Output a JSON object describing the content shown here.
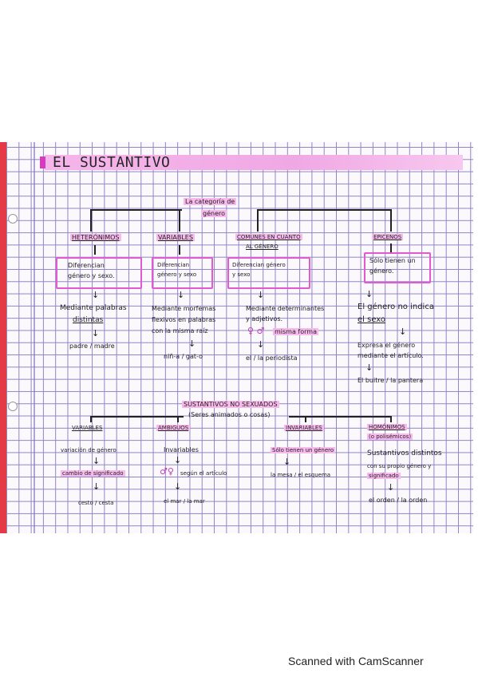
{
  "title": "EL SUSTANTIVO",
  "section1": {
    "header": [
      "La categoría de",
      "género"
    ],
    "columns": [
      {
        "heading": "HETERÓNIMOS",
        "box": [
          "Diferencian",
          "género y sexo."
        ],
        "text": [
          "Mediante palabras",
          "distintas"
        ],
        "example": "padre / madre"
      },
      {
        "heading": "VARIABLES",
        "box": [
          "Diferencian",
          "género y sexo"
        ],
        "text": [
          "Mediante morfemas",
          "flexivos en palabras",
          "con la misma raíz"
        ],
        "example": "niñ-a / gat-o"
      },
      {
        "heading": [
          "COMUNES EN CUANTO",
          "AL GÉNERO"
        ],
        "box": [
          "Diferencian género",
          "y sexo"
        ],
        "text": [
          "Mediante determinantes",
          "y adjetivos."
        ],
        "symbols": "♀ ♂",
        "symbols_text": "misma forma",
        "example": "el / la periodista"
      },
      {
        "heading": "EPICENOS",
        "box": [
          "Sólo tienen un",
          "género."
        ],
        "text": [
          "El género no indica",
          "el sexo"
        ],
        "text2": [
          "Expresa el género",
          "mediante el artículo."
        ],
        "example": "El buitre / la pantera"
      }
    ]
  },
  "section2": {
    "header": [
      "SUSTANTIVOS NO SEXUADOS",
      "(Seres animados o cosas)"
    ],
    "columns": [
      {
        "heading": "VARIABLES",
        "text": "variación de género",
        "text2": "cambio de significado",
        "example": "cesto / cesta"
      },
      {
        "heading": "AMBIGUOS",
        "text": "Invariables",
        "symbols": "♂♀",
        "text2": "según el artículo",
        "example": "el mar / la mar"
      },
      {
        "heading": "INVARIABLES",
        "text": "Sólo tienen un género",
        "example": "la mesa / el esquema"
      },
      {
        "heading": [
          "HOMÓNIMOS",
          "(o polisémicos)"
        ],
        "text": "Sustantivos distintos",
        "text2": [
          "con su propio género y",
          "significado"
        ],
        "example": "el orden / la orden"
      }
    ]
  },
  "footer": "Scanned with CamScanner",
  "colors": {
    "highlight": "#f8b9ec",
    "box_border": "#e25ad2",
    "grid": "#8f85c6",
    "edge": "#e63946"
  }
}
